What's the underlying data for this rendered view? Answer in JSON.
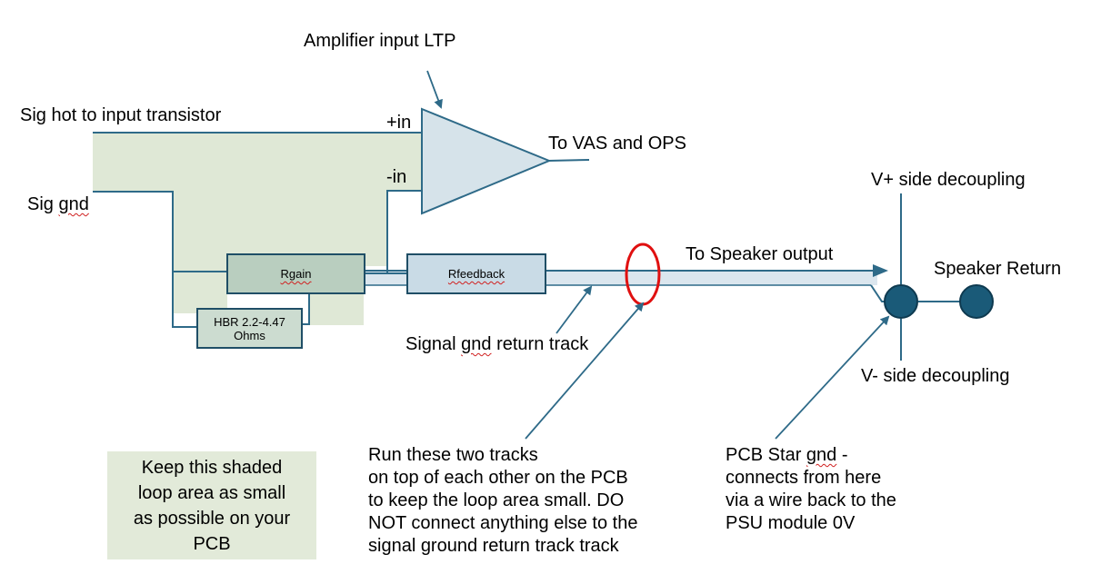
{
  "colors": {
    "wire": "#2e6a88",
    "shade": "#dfe8d6",
    "note_bg": "#e2ead9",
    "node": "#1a5a78",
    "highlight": "#e01010",
    "resistor_rgain": "#b9cebf",
    "resistor_rfeedback": "#c9dbe6",
    "resistor_hbr": "#ccdcd0",
    "amplifier_fill": "#d6e3ea"
  },
  "labels": {
    "amp_input": "Amplifier input LTP",
    "sig_hot": "Sig hot to input transistor",
    "plus_in": "+in",
    "minus_in": "-in",
    "to_vas": "To VAS and OPS",
    "sig_gnd_pre": "Sig ",
    "sig_gnd_sq": "gnd",
    "v_plus": "V+ side decoupling",
    "v_minus": "V- side decoupling",
    "to_speaker": "To Speaker output",
    "speaker_return": "Speaker Return",
    "signal_gnd_pre": "Signal ",
    "signal_gnd_sq": "gnd",
    "signal_gnd_post": " return track"
  },
  "components": {
    "rgain": "Rgain",
    "rfeedback": "Rfeedback",
    "hbr_line1": "HBR 2.2-4.47",
    "hbr_line2": "Ohms"
  },
  "notes": {
    "shade_note": [
      "Keep this shaded",
      "loop area as small",
      "as possible on your",
      "PCB"
    ],
    "run_tracks": [
      "Run these two tracks",
      "on top of each other on the PCB",
      "to keep the loop area small. DO",
      "NOT connect anything else to the",
      "signal ground return track track"
    ],
    "star_gnd_l1_pre": "PCB Star ",
    "star_gnd_l1_sq": "gnd",
    "star_gnd_l1_post": " -",
    "star_gnd_rest": [
      "connects from here",
      "via a wire back to the",
      "PSU module 0V"
    ]
  }
}
